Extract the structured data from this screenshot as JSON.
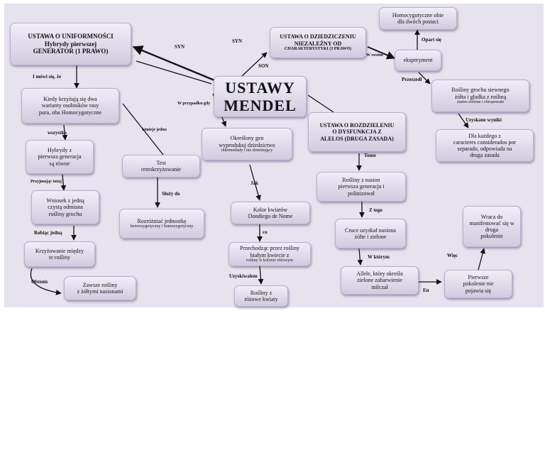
{
  "center": {
    "line1": "USTAWY",
    "line2": "MENDEL"
  },
  "nodes": {
    "uniformity": {
      "l1": "USTAWA O UNIFORMNOŚCI",
      "l2": "Hybrydy pierwszej",
      "l3": "GENERATOR (1 PRAWO)"
    },
    "crossing_two": {
      "l1": "Kiedy krzyżują się dwa",
      "l2": "warianty osobników rasy",
      "l3": "pura, oba Homocygotyczne"
    },
    "hybrids_first": {
      "l1": "Hybrydy z",
      "l2": "pierwsza generacja",
      "l3": "są równe"
    },
    "conclusion": {
      "l1": "Wniosek z jedną",
      "l2": "czystą    odmiana",
      "l3": "rośliny grochu"
    },
    "crossing_plants": {
      "l1": "Krzyżowanie między",
      "l2": "te rośliny"
    },
    "always_plants": {
      "l1": "Zawsze rośliny",
      "l2": "z żółtymi nasionami"
    },
    "test": {
      "l1": "Test",
      "l2": "retrokrzyżowanie"
    },
    "distinguish": {
      "l1": "Rozróżniać jednostkę",
      "l2": "heterozygotyczny i homozygotyczny"
    },
    "gene": {
      "l1": "Określony gen",
      "l2": "wyprodukuj dziedzictwo",
      "l3": "intermediały i nie dominujący"
    },
    "flower_color": {
      "l1": "Kolor kwiatów",
      "l2": "Dondiego de Nome"
    },
    "crossing_white": {
      "l1": "Przechodząc przez rośliny",
      "l2": "białym kwiecie z",
      "l3": "rośliny w kolorze różowym"
    },
    "pink_plants": {
      "l1": "Rośliny z",
      "l2": "różowe kwiaty"
    },
    "independent": {
      "l1": "USTAWA O DZIEDZICZENIU",
      "l2": "NIEZALEŻNY OD",
      "l3": "CHARAKTERYSTYKI (3 PRAWO)"
    },
    "homozygous_both": {
      "l1": "Homocygotyczne obie",
      "l2": "dla dwóch postaci"
    },
    "experiment": {
      "l1": "eksperyment"
    },
    "pea_plants": {
      "l1": "Rośliny grochu siewnego",
      "l2": "żółta i gładka z rośliną",
      "l3": "ziarno zielone i chropowate"
    },
    "for_each": {
      "l1": "Dla każdego z",
      "l2": "caracteres considerados por",
      "l3": "separado, odpowiada na",
      "l4": "druga zasada"
    },
    "segregation": {
      "l1": "USTAWA O ROZDZIELENIU",
      "l2": "O  DYSFUNKCJA  Z",
      "l3": "ALELOS (DRUGA ZASADA)"
    },
    "seed_plants": {
      "l1": "Rośliny z nasion",
      "l2": "pierwsza generacja i",
      "l3": "polinizował"
    },
    "yellow_green": {
      "l1": "Cruce uzyskał nasiona",
      "l2": "żółte i zielone"
    },
    "allele": {
      "l1": "Allele, który określa",
      "l2": "zielone zabarwienie",
      "l3": "milczał"
    },
    "first_gen": {
      "l1": "Pierwsze",
      "l2": "pokolenie nie",
      "l3": "pojawia się"
    },
    "returned": {
      "l1": "Wraca do",
      "l2": "manifestować się w",
      "l3": "druga",
      "l4": "pokolenie"
    }
  },
  "labels": {
    "syn1": "SYN",
    "syn2": "SYN",
    "son": "SON",
    "i_mowi": "I mówi się, że",
    "wszystko": "wszystko",
    "przyjmujac": "Przyjmując tutaj",
    "robiac": "Robiąc jedną",
    "obtenis": "Obtenis",
    "w_przypadku": "W przypadku gdy",
    "istnieje": "Istnieje jedno",
    "sluzy": "Służy do",
    "jak": "Jak",
    "co": "co",
    "uzyskiwalem": "Uzyskiwalem",
    "w_swoim": "W swoim",
    "opart": "Opart się",
    "przeszedl": "Przeszedł",
    "uzyskane": "Uzyskane wyniki",
    "tomo": "Tomo",
    "z_tego": "Z tego",
    "w_ktorym": "W którym",
    "en": "En",
    "wiec": "Więc"
  }
}
